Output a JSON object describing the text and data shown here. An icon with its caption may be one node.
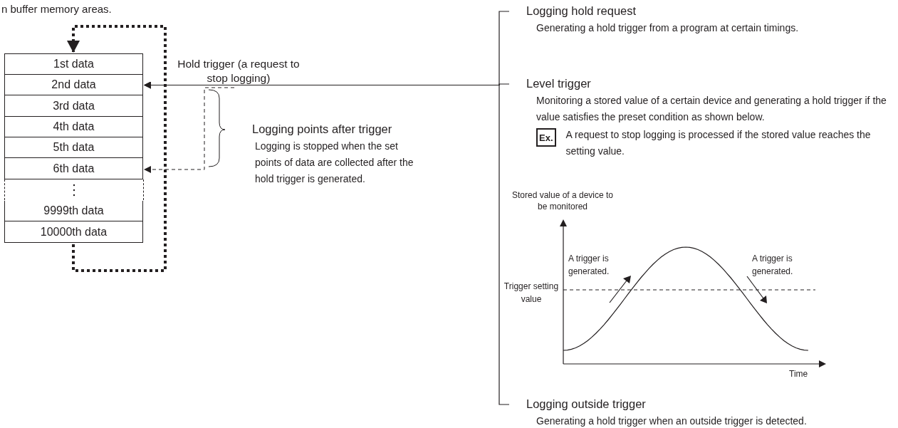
{
  "diagram": {
    "nodes": [
      {
        "text": [
          "1st data"
        ]
      },
      {
        "text": [
          "2nd data"
        ]
      },
      {
        "text": [
          "3rd data"
        ]
      },
      {
        "text": [
          "4th data"
        ]
      },
      {
        "text": [
          "5th data"
        ]
      },
      {
        "text": [
          "6th data"
        ]
      },
      {
        "text": [],
        "shape": "box"
      },
      {
        "text": [
          "9999th data"
        ]
      },
      {
        "text": [
          "10000th data"
        ]
      },
      {
        "text": [
          "Logging hold request",
          "Generating a hold trigger from a program at certain timings."
        ]
      },
      {
        "text": [
          "Level trigger",
          "Monitoring a stored value of a certain device and generating a hold trigger if the value satisfies the preset condition as shown below.",
          "Ex.",
          "A request to stop logging is processed if the stored value reaches the setting value."
        ]
      },
      {
        "text": [
          "Logging outside trigger",
          "Generating a hold trigger when an outside trigger is detected."
        ]
      },
      {
        "text": [
          "Logging points after trigger",
          "Logging is stopped when the set points of data are collected after the hold trigger is generated."
        ]
      }
    ],
    "edges": [
      {
        "from": 9,
        "to": 1,
        "arrow": "to"
      },
      {
        "from": 10,
        "to": 1,
        "arrow": "to"
      },
      {
        "from": 11,
        "to": 1,
        "arrow": "to"
      },
      {
        "from": 12,
        "to": 5,
        "arrow": "to",
        "style": "dashed"
      },
      {
        "from": 8,
        "to": 0,
        "arrow": "to",
        "style": "dashed"
      }
    ],
    "labels": [
      "n buffer memory areas.",
      "Hold trigger (a request to stop logging)",
      "Stored value of a device to be monitored",
      "A trigger is generated.",
      "A trigger is generated.",
      "Trigger setting value",
      "Time"
    ]
  }
}
